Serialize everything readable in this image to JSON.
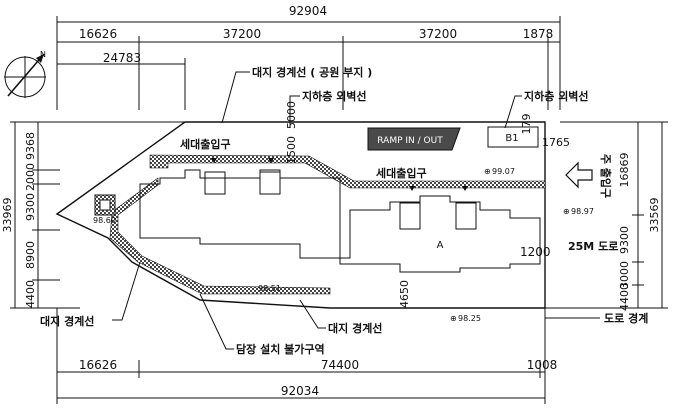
{
  "dimensions": {
    "top_total": "92904",
    "top_segments": [
      "16626",
      "37200",
      "37200",
      "1878"
    ],
    "top_secondary": "24783",
    "bottom_total": "92034",
    "bottom_segments": [
      "16626",
      "74400",
      "1008"
    ],
    "left_total": "33969",
    "left_segments": [
      "9368",
      "2000",
      "9300",
      "8900",
      "4400"
    ],
    "right_total": "33569",
    "right_segments": [
      "16869",
      "9300",
      "3000",
      "4400"
    ],
    "small_upper_right": [
      "179",
      "1765"
    ],
    "inner_vertical": "1500",
    "inner_vertical_b": "5000",
    "inner_horizontal": "1200",
    "bottom_inner": "4650"
  },
  "labels": {
    "site_boundary_park": "대지 경계선 ( 공원 부지 )",
    "basement_wall_left": "지하층 외벽선",
    "basement_wall_right": "지하층 외벽선",
    "entrance_1": "세대출입구",
    "entrance_2": "세대출입구",
    "ramp": "RAMP IN / OUT",
    "exit_label": "B1",
    "main_entrance": "주 출입구",
    "road_width": "25M 도로",
    "road_boundary": "도로 경계",
    "site_boundary_left": "대지 경계선",
    "site_boundary_bottom": "대지 경계선",
    "no_fence_zone": "담장 설치 불가구역",
    "building_a": "A",
    "north_mark": "N"
  },
  "levels": {
    "lv1": "99.07",
    "lv2": "98.97",
    "lv3": "98.25",
    "lv4": "98.60",
    "lv5": "98.51"
  },
  "colors": {
    "line": "#111111",
    "hatch": "#555555",
    "ramp_fill": "#4a4a4a",
    "background": "#ffffff"
  },
  "icons": [
    "north-arrow-icon",
    "entrance-arrow-icon",
    "level-marker-icon"
  ]
}
